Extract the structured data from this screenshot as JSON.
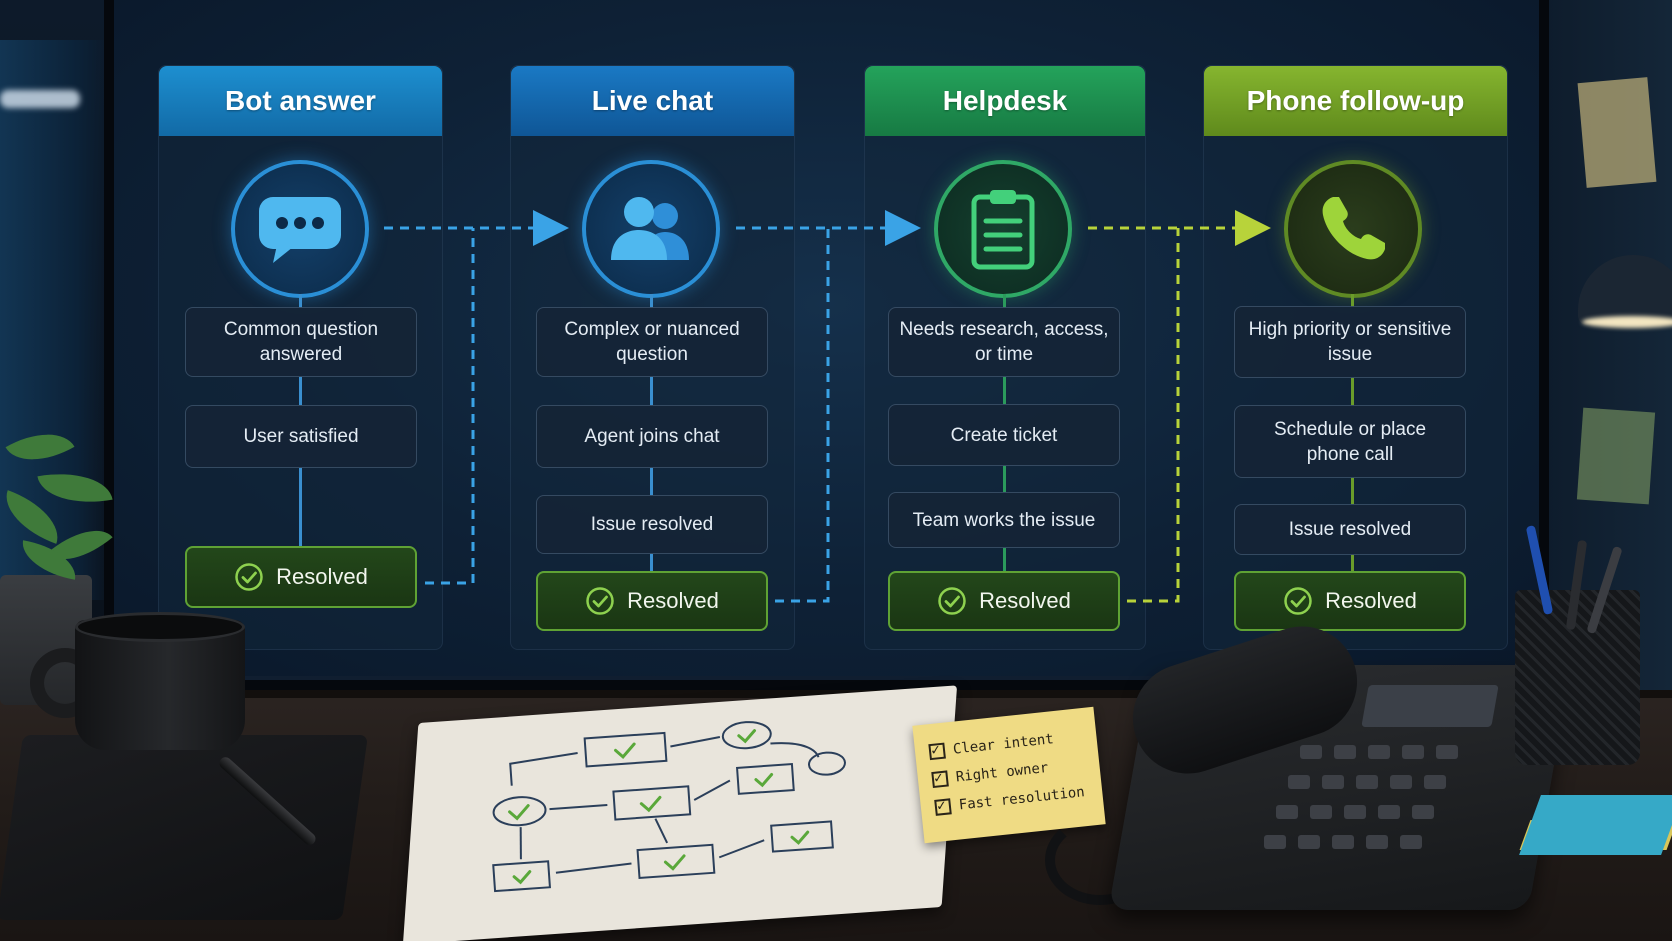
{
  "diagram": {
    "lanes": [
      {
        "id": "bot",
        "title": "Bot answer",
        "icon": "chat-bubble-icon",
        "steps": [
          "Common question answered",
          "User satisfied"
        ],
        "result": "Resolved"
      },
      {
        "id": "live",
        "title": "Live chat",
        "icon": "users-icon",
        "steps": [
          "Complex or nuanced question",
          "Agent joins chat",
          "Issue resolved"
        ],
        "result": "Resolved"
      },
      {
        "id": "help",
        "title": "Helpdesk",
        "icon": "clipboard-icon",
        "steps": [
          "Needs research, access, or time",
          "Create ticket",
          "Team works the issue"
        ],
        "result": "Resolved"
      },
      {
        "id": "phone",
        "title": "Phone follow-up",
        "icon": "phone-icon",
        "steps": [
          "High priority or sensitive issue",
          "Schedule or place phone call",
          "Issue resolved"
        ],
        "result": "Resolved"
      }
    ]
  },
  "sticky_note": {
    "items": [
      "Clear intent",
      "Right owner",
      "Fast resolution"
    ]
  },
  "colors": {
    "bot_header": "#1d8fd0",
    "live_header": "#1a79c4",
    "help_header": "#24a35b",
    "phone_header": "#86b52f",
    "resolved_border": "#5fa234",
    "flow_blue": "#3aa3e6",
    "flow_lime": "#b8d33a"
  }
}
